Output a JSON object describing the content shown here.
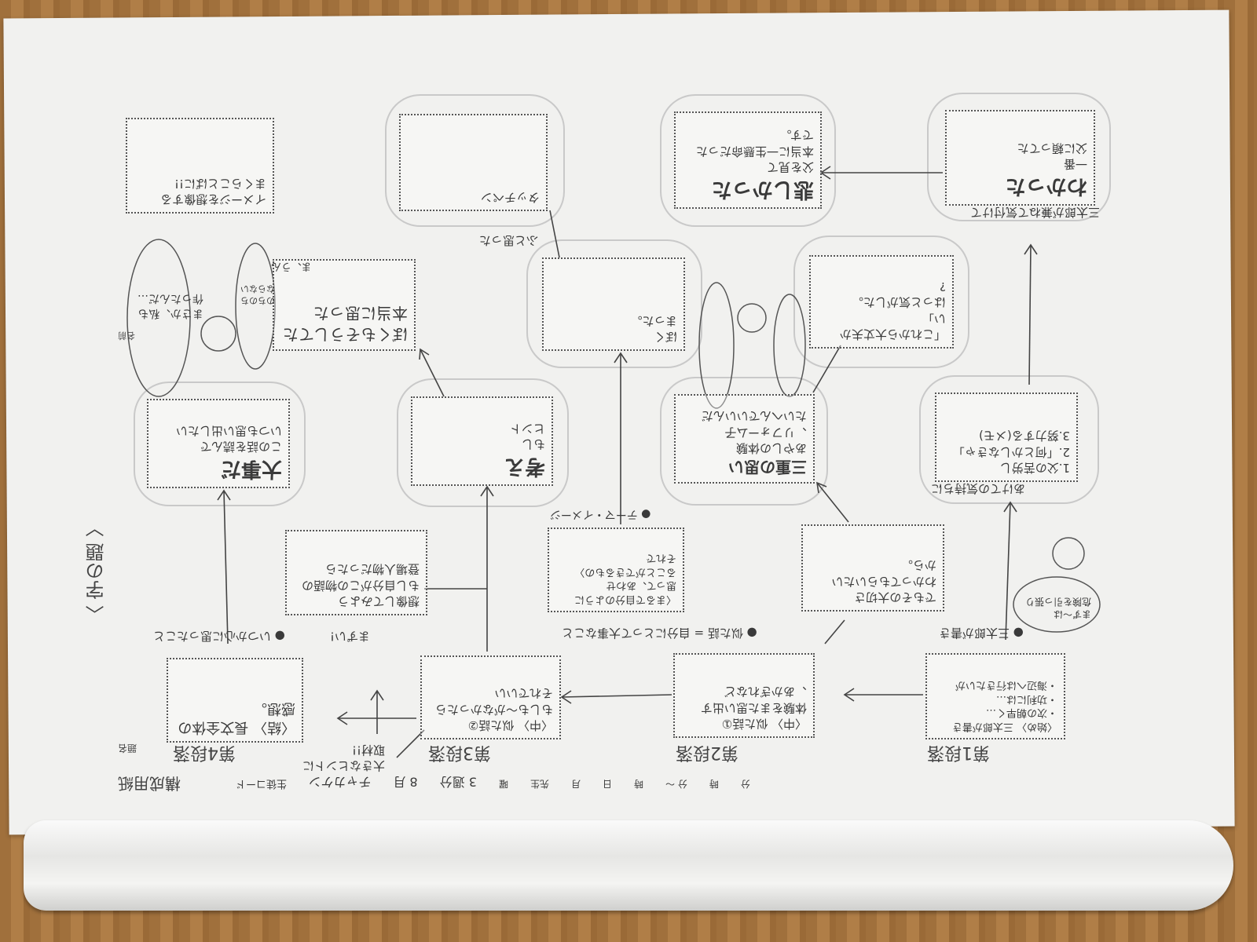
{
  "sheet": {
    "title": "構成用紙",
    "title_name_label": "題名",
    "header_fields": [
      "生徒コード",
      "チャカケン",
      "8 月",
      "3 週分",
      "曜",
      "先生",
      "月",
      "日",
      "時",
      "分 〜",
      "時",
      "分"
    ],
    "sections": [
      "第1段落",
      "第2段落",
      "第3段落",
      "第4段落"
    ],
    "side_title": "〈 字の題 〉",
    "name_label": "名前"
  },
  "boxes": {
    "a": {
      "main": "わかった",
      "sub": "一番\n父に頼ってた",
      "above": "三太郎が兼ねて気付けて"
    },
    "b": {
      "main": "悲しかった",
      "sub": "父を見て\n本当に一生懸命だった\nです。"
    },
    "c": {
      "main": "",
      "sub": "タッチペン"
    },
    "d": {
      "main": "",
      "sub": "イメージを想像する\nまくらことばに!!"
    },
    "e": {
      "main": "",
      "sub": "「これから大丈夫かい」\nはっと気がした。\n?"
    },
    "f": {
      "main": "",
      "sub": "ぼく\nまった。"
    },
    "g": {
      "main": "",
      "sub": "ぼくもそうしてた\n本当に思った"
    },
    "h": {
      "main": "",
      "sub": "1.父の苦労し\n2.「何とかしなきゃ」\n3.努力する(メモ)",
      "below": "あけての気持ちに"
    },
    "i": {
      "main": "三重の思い",
      "sub": "あやしの体験\n、リフォーム子\nたいへんでいいんだ"
    },
    "j": {
      "main": "考え",
      "sub": "もし\nヒント"
    },
    "k": {
      "main": "大事だ",
      "sub": "この話を読んで\nいつも思い出したい"
    },
    "l": {
      "main": "",
      "sub": "でもその大切さ\nわかってもらいたい\nから。"
    },
    "m": {
      "main": "",
      "sub": "〈まるで自分のように\n思って、あわせ\nることができるもの〉\nそれで"
    },
    "n": {
      "main": "",
      "sub": "想像してみよう\nもし自分がこの物語の\n登場人物だったら"
    },
    "o": {
      "main": "",
      "sub": "〈始め〉 三太郎が書き\n・次の朝早く…\n・功利には…\n・海辺へは行きたいが"
    },
    "p": {
      "main": "",
      "sub": "〈中〉 似た話①\n体験をまた思い出す\n、あかぎれなど"
    },
    "q": {
      "main": "",
      "sub": "〈中〉 似た話②\nもしも〜がなかったら\nそれでいい"
    },
    "r": {
      "main": "",
      "sub": "〈結〉 長文全体の\n感想。"
    }
  },
  "notes": {
    "n1": "● 三太郎が書き",
    "n2": "● 似た話 = 自分にとって大事なこと",
    "n3": "● テーマ・イメージ",
    "n4": "● いつか心に思ったこと",
    "n5": "大きなヒントに\n取材!!",
    "n6": "まずい!",
    "n7": "ふと思った",
    "n8": "ま、うん",
    "bubble1": "まず〜は\n危険を引っ張り",
    "bubble2": "まさか、私も\n作ったんだ…",
    "bubble3": "のちのち\nならない"
  }
}
